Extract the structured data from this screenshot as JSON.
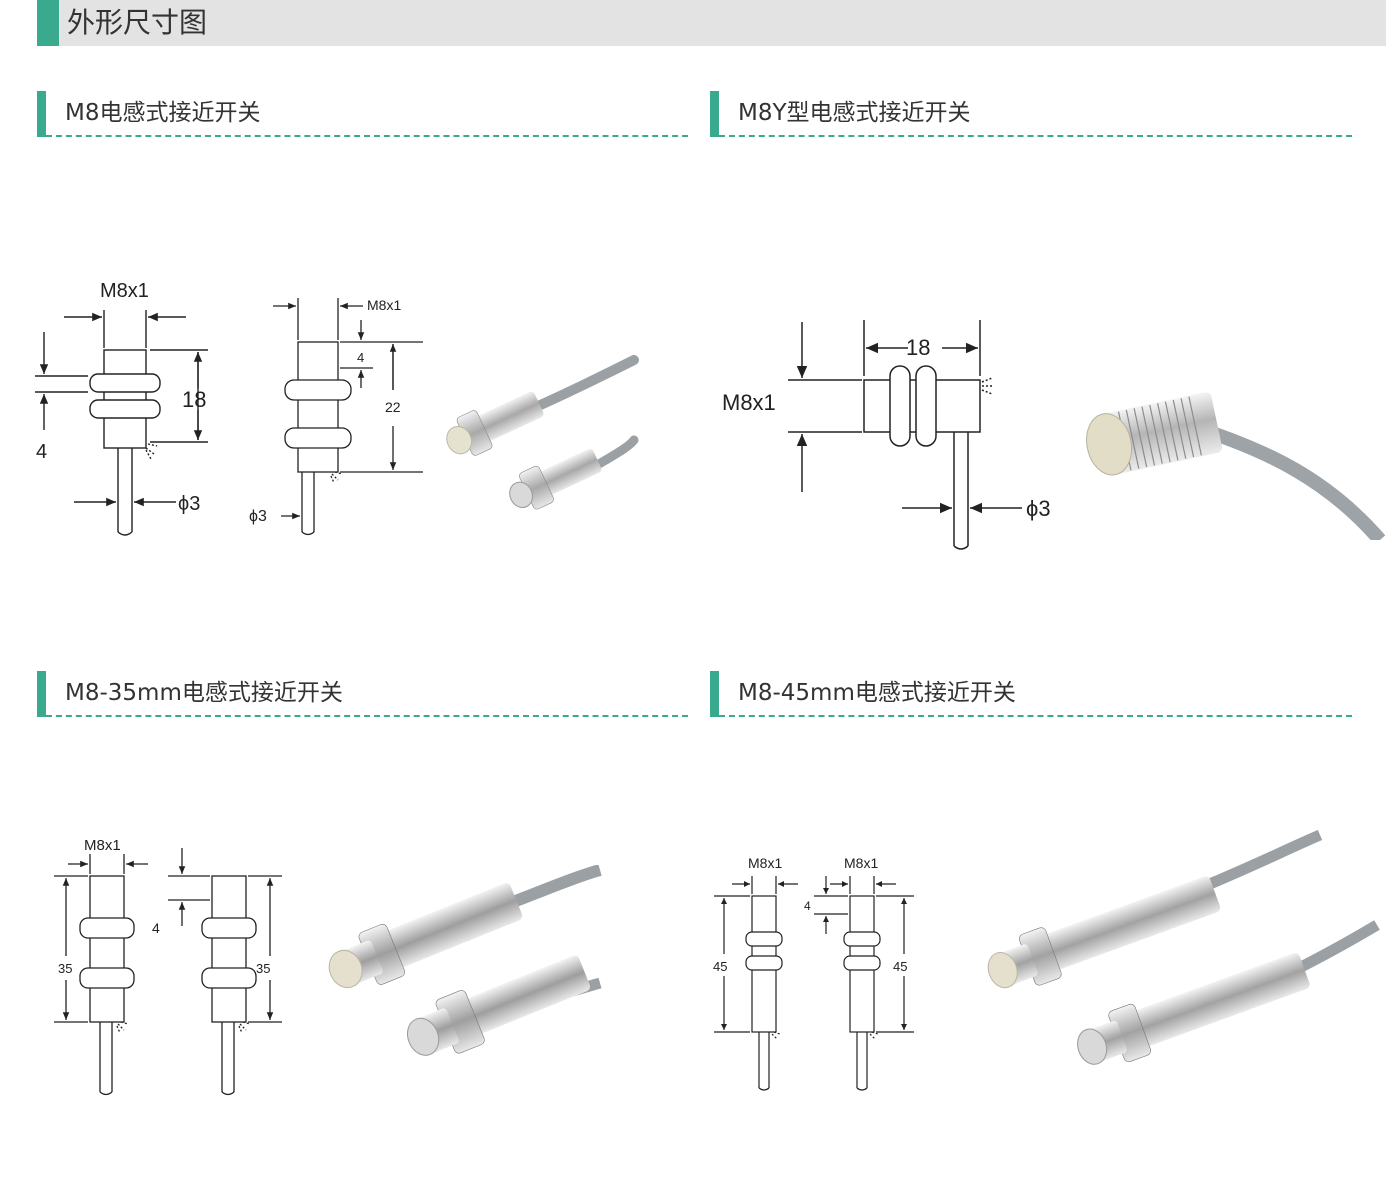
{
  "header": {
    "title": "外形尺寸图"
  },
  "sections": [
    {
      "title": "M8电感式接近开关",
      "labels": {
        "thread": "M8x1",
        "nut": "4",
        "length": "18",
        "dia": "ϕ3"
      },
      "labels2": {
        "thread": "M8x1",
        "nut": "4",
        "length": "22",
        "dia": "ϕ3"
      }
    },
    {
      "title": "M8Y型电感式接近开关",
      "labels": {
        "thread": "M8x1",
        "length": "18",
        "dia": "ϕ3"
      }
    },
    {
      "title": "M8-35mm电感式接近开关",
      "labels": {
        "thread": "M8x1",
        "length": "35"
      },
      "labels2": {
        "nut": "4",
        "length": "35"
      }
    },
    {
      "title": "M8-45mm电感式接近开关",
      "labels": {
        "thread": "M8x1",
        "length": "45"
      },
      "labels2": {
        "thread": "M8x1",
        "nut": "4",
        "length": "45"
      }
    }
  ]
}
